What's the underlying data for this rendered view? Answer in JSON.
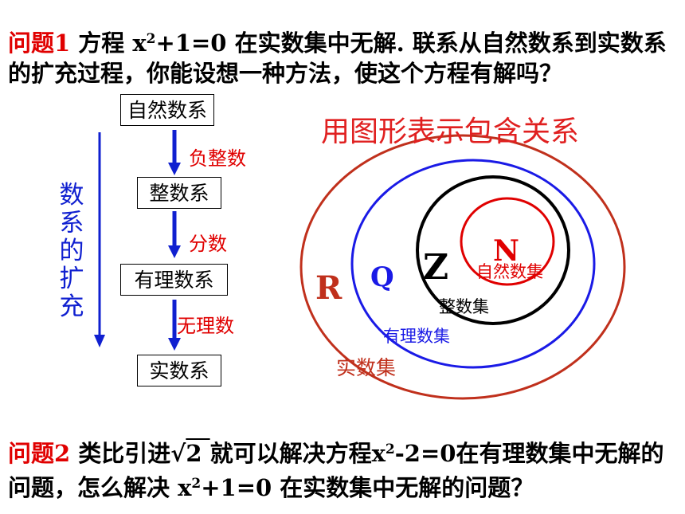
{
  "problem1": {
    "label": "问题1",
    "text_a": " 方程 x",
    "sup": "2",
    "text_b": "+1=0 在实数集中无解. 联系从自然数系到实数系的扩充过程，你能设想一种方法，使这个方程有解吗？"
  },
  "flow": {
    "side_text": "数系的扩充",
    "boxes": [
      "自然数系",
      "整数系",
      "有理数系",
      "实数系"
    ],
    "steps": [
      "负整数",
      "分数",
      "无理数"
    ]
  },
  "venn": {
    "title": "用图形表示包含关系",
    "sets": [
      {
        "letter": "R",
        "name": "实数集",
        "color": "#c0301c"
      },
      {
        "letter": "Q",
        "name": "有理数集",
        "color": "#1a1ae6"
      },
      {
        "letter": "Z",
        "name": "整数集",
        "color": "#000000"
      },
      {
        "letter": "N",
        "name": "自然数集",
        "color": "#e00000"
      }
    ]
  },
  "problem2": {
    "label": "问题2",
    "text_a": " 类比引进√",
    "rad": "2 ",
    "text_b": " 就可以解决方程x",
    "sup1": "2",
    "text_c": "-2=0在有理数集中无解的问题，怎么解决 x",
    "sup2": "2",
    "text_d": "+1=0 在实数集中无解的问题？"
  }
}
